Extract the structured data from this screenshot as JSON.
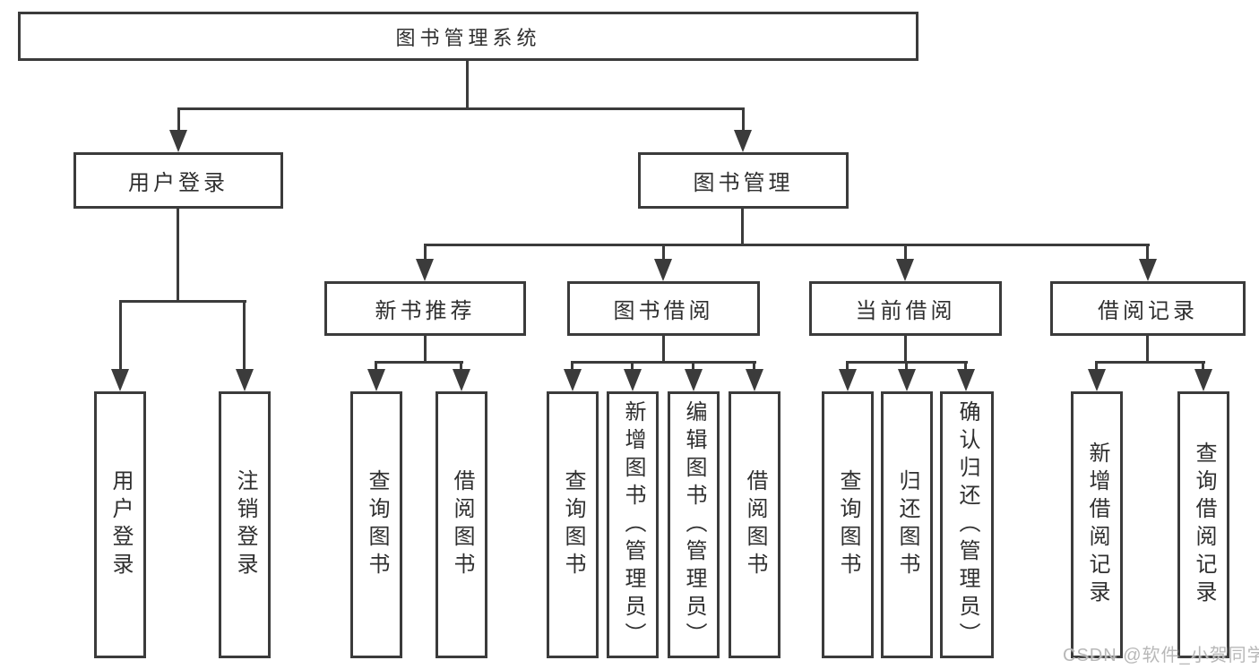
{
  "diagram": {
    "title": "图书管理系统",
    "modules": [
      {
        "label": "用户登录",
        "features": [
          "用户登录",
          "注销登录"
        ]
      },
      {
        "label": "图书管理",
        "submodules": [
          {
            "label": "新书推荐",
            "features": [
              "查询图书",
              "借阅图书"
            ]
          },
          {
            "label": "图书借阅",
            "features": [
              "查询图书",
              "新增图书（管理员）",
              "编辑图书（管理员）",
              "借阅图书"
            ]
          },
          {
            "label": "当前借阅",
            "features": [
              "查询图书",
              "归还图书",
              "确认归还（管理员）"
            ]
          },
          {
            "label": "借阅记录",
            "features": [
              "新增借阅记录",
              "查询借阅记录"
            ]
          }
        ]
      }
    ]
  },
  "watermark": {
    "text": "CSDN @软件_小贺同学"
  },
  "colors": {
    "line": "#3b3b3b",
    "text": "#2f2f2f",
    "watermark": "#b8b8b8"
  }
}
